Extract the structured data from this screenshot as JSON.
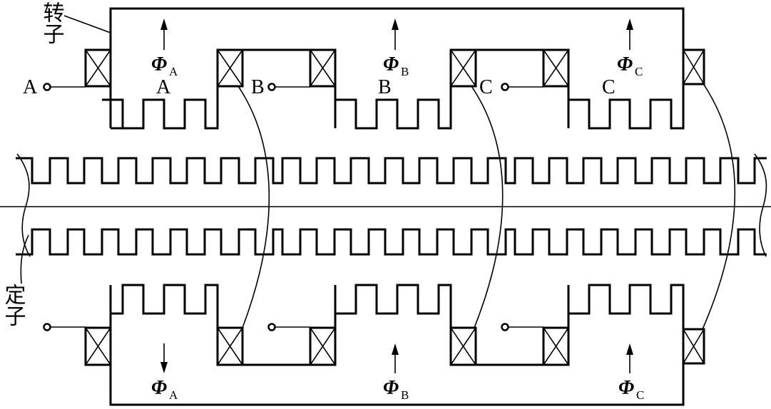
{
  "labels": {
    "rotor": "转子",
    "stator": "定子"
  },
  "terminals": {
    "a": "A",
    "b": "B",
    "c": "C"
  },
  "poles": {
    "a": "A",
    "b": "B",
    "c": "C"
  },
  "flux": {
    "symbol": "Φ",
    "a": "A",
    "b": "B",
    "c": "C"
  }
}
